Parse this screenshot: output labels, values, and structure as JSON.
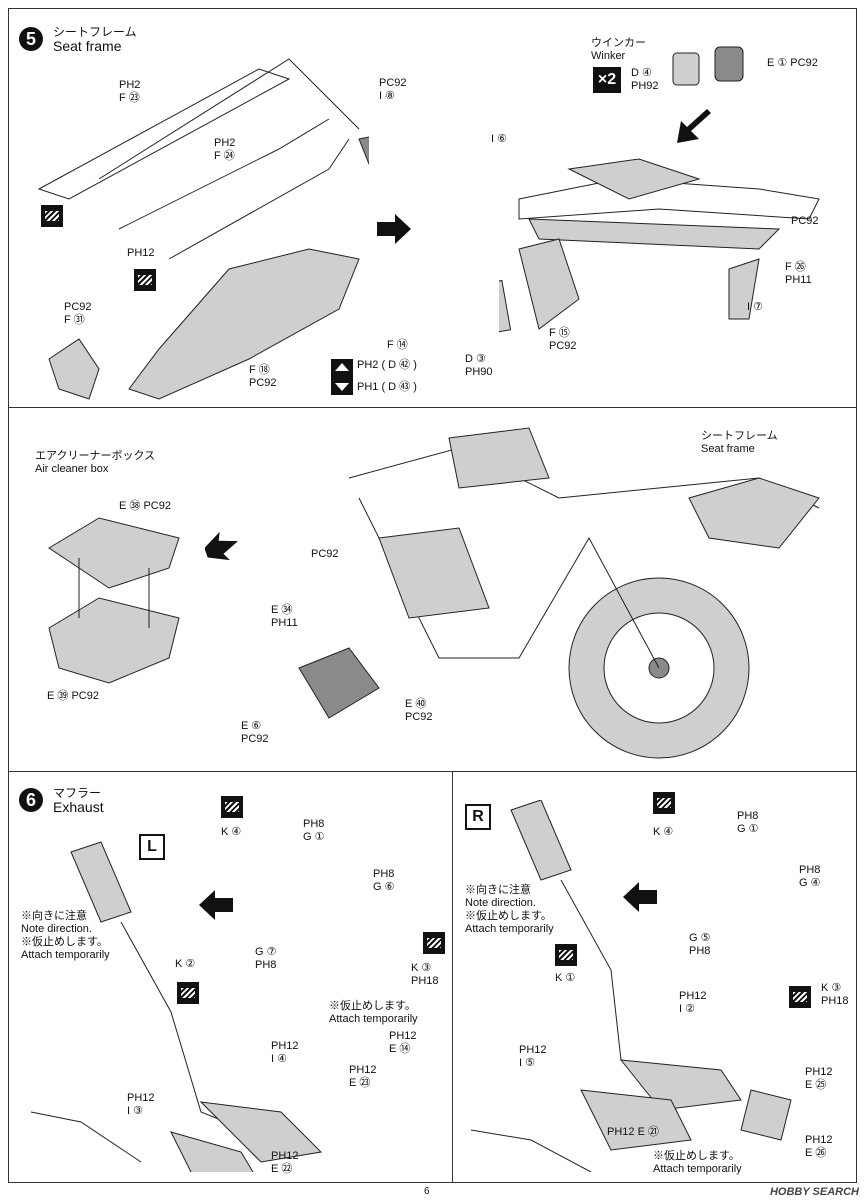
{
  "step5": {
    "number": "5",
    "title_jp": "シートフレーム",
    "title_en": "Seat frame",
    "labels": {
      "ph2a": "PH2",
      "f23": "F ㉓",
      "ph2b": "PH2",
      "f24": "F ㉔",
      "ph12": "PH12",
      "pc92a": "PC92",
      "i8": "I ⑧",
      "pc92b": "PC92",
      "f31": "F ㉛",
      "f18": "F ⑱",
      "pc92c": "PC92",
      "winker_jp": "ウインカー",
      "winker_en": "Winker",
      "x2": "×2",
      "d4": "D ④",
      "ph92": "PH92",
      "e1": "E ① PC92",
      "i6": "I ⑥",
      "pc92d": "PC92",
      "f26": "F ㉖",
      "ph11": "PH11",
      "i7": "I ⑦",
      "f14": "F ⑭",
      "f15": "F ⑮",
      "pc92e": "PC92",
      "d3": "D ③",
      "ph90": "PH90",
      "ph2d42": "PH2 ( D ㊷ )",
      "ph1d43": "PH1 ( D ㊸ )"
    }
  },
  "middle": {
    "air_box_jp": "エアクリーナーボックス",
    "air_box_en": "Air cleaner box",
    "e38": "E ㊳ PC92",
    "e39": "E ㊴ PC92",
    "seat_frame_jp": "シートフレーム",
    "seat_frame_en": "Seat frame",
    "pc92": "PC92",
    "e34": "E ㉞",
    "ph11": "PH11",
    "e40": "E ㊵",
    "pc92b": "PC92",
    "e6": "E ⑥",
    "pc92c": "PC92"
  },
  "step6": {
    "number": "6",
    "title_jp": "マフラー",
    "title_en": "Exhaust",
    "left": {
      "side": "L",
      "note1_jp": "※向きに注意",
      "note1_en": "Note direction.",
      "note2_jp": "※仮止めします。",
      "note2_en": "Attach temporarily",
      "k2": "K ②",
      "k4": "K ④",
      "ph8a": "PH8",
      "g1": "G ①",
      "ph8b": "PH8",
      "g6": "G ⑥",
      "g7": "G ⑦",
      "ph8c": "PH8",
      "k3": "K ③",
      "ph18": "PH18",
      "note3_jp": "※仮止めします。",
      "note3_en": "Attach temporarily",
      "ph12a": "PH12",
      "e14": "E ⑭",
      "ph12b": "PH12",
      "i4": "I ④",
      "ph12c": "PH12",
      "e23": "E ㉓",
      "ph12d": "PH12",
      "i3": "I ③",
      "ph12e": "PH12",
      "e22": "E ㉒"
    },
    "right": {
      "side": "R",
      "note1_jp": "※向きに注意",
      "note1_en": "Note direction.",
      "note2_jp": "※仮止めします。",
      "note2_en": "Attach temporarily",
      "k1": "K ①",
      "k4": "K ④",
      "ph8a": "PH8",
      "g1": "G ①",
      "ph8b": "PH8",
      "g4": "G ④",
      "g5": "G ⑤",
      "ph8c": "PH8",
      "k3": "K ③",
      "ph18": "PH18",
      "ph12a": "PH12",
      "i2": "I ②",
      "ph12b": "PH12",
      "i5": "I ⑤",
      "ph12c": "PH12",
      "e25": "E ㉕",
      "ph12d": "PH12 E ㉑",
      "ph12e": "PH12",
      "e26": "E ㉖",
      "note3_jp": "※仮止めします。",
      "note3_en": "Attach temporarily"
    }
  },
  "page_number": "6",
  "watermark": "HOBBY SEARCH"
}
